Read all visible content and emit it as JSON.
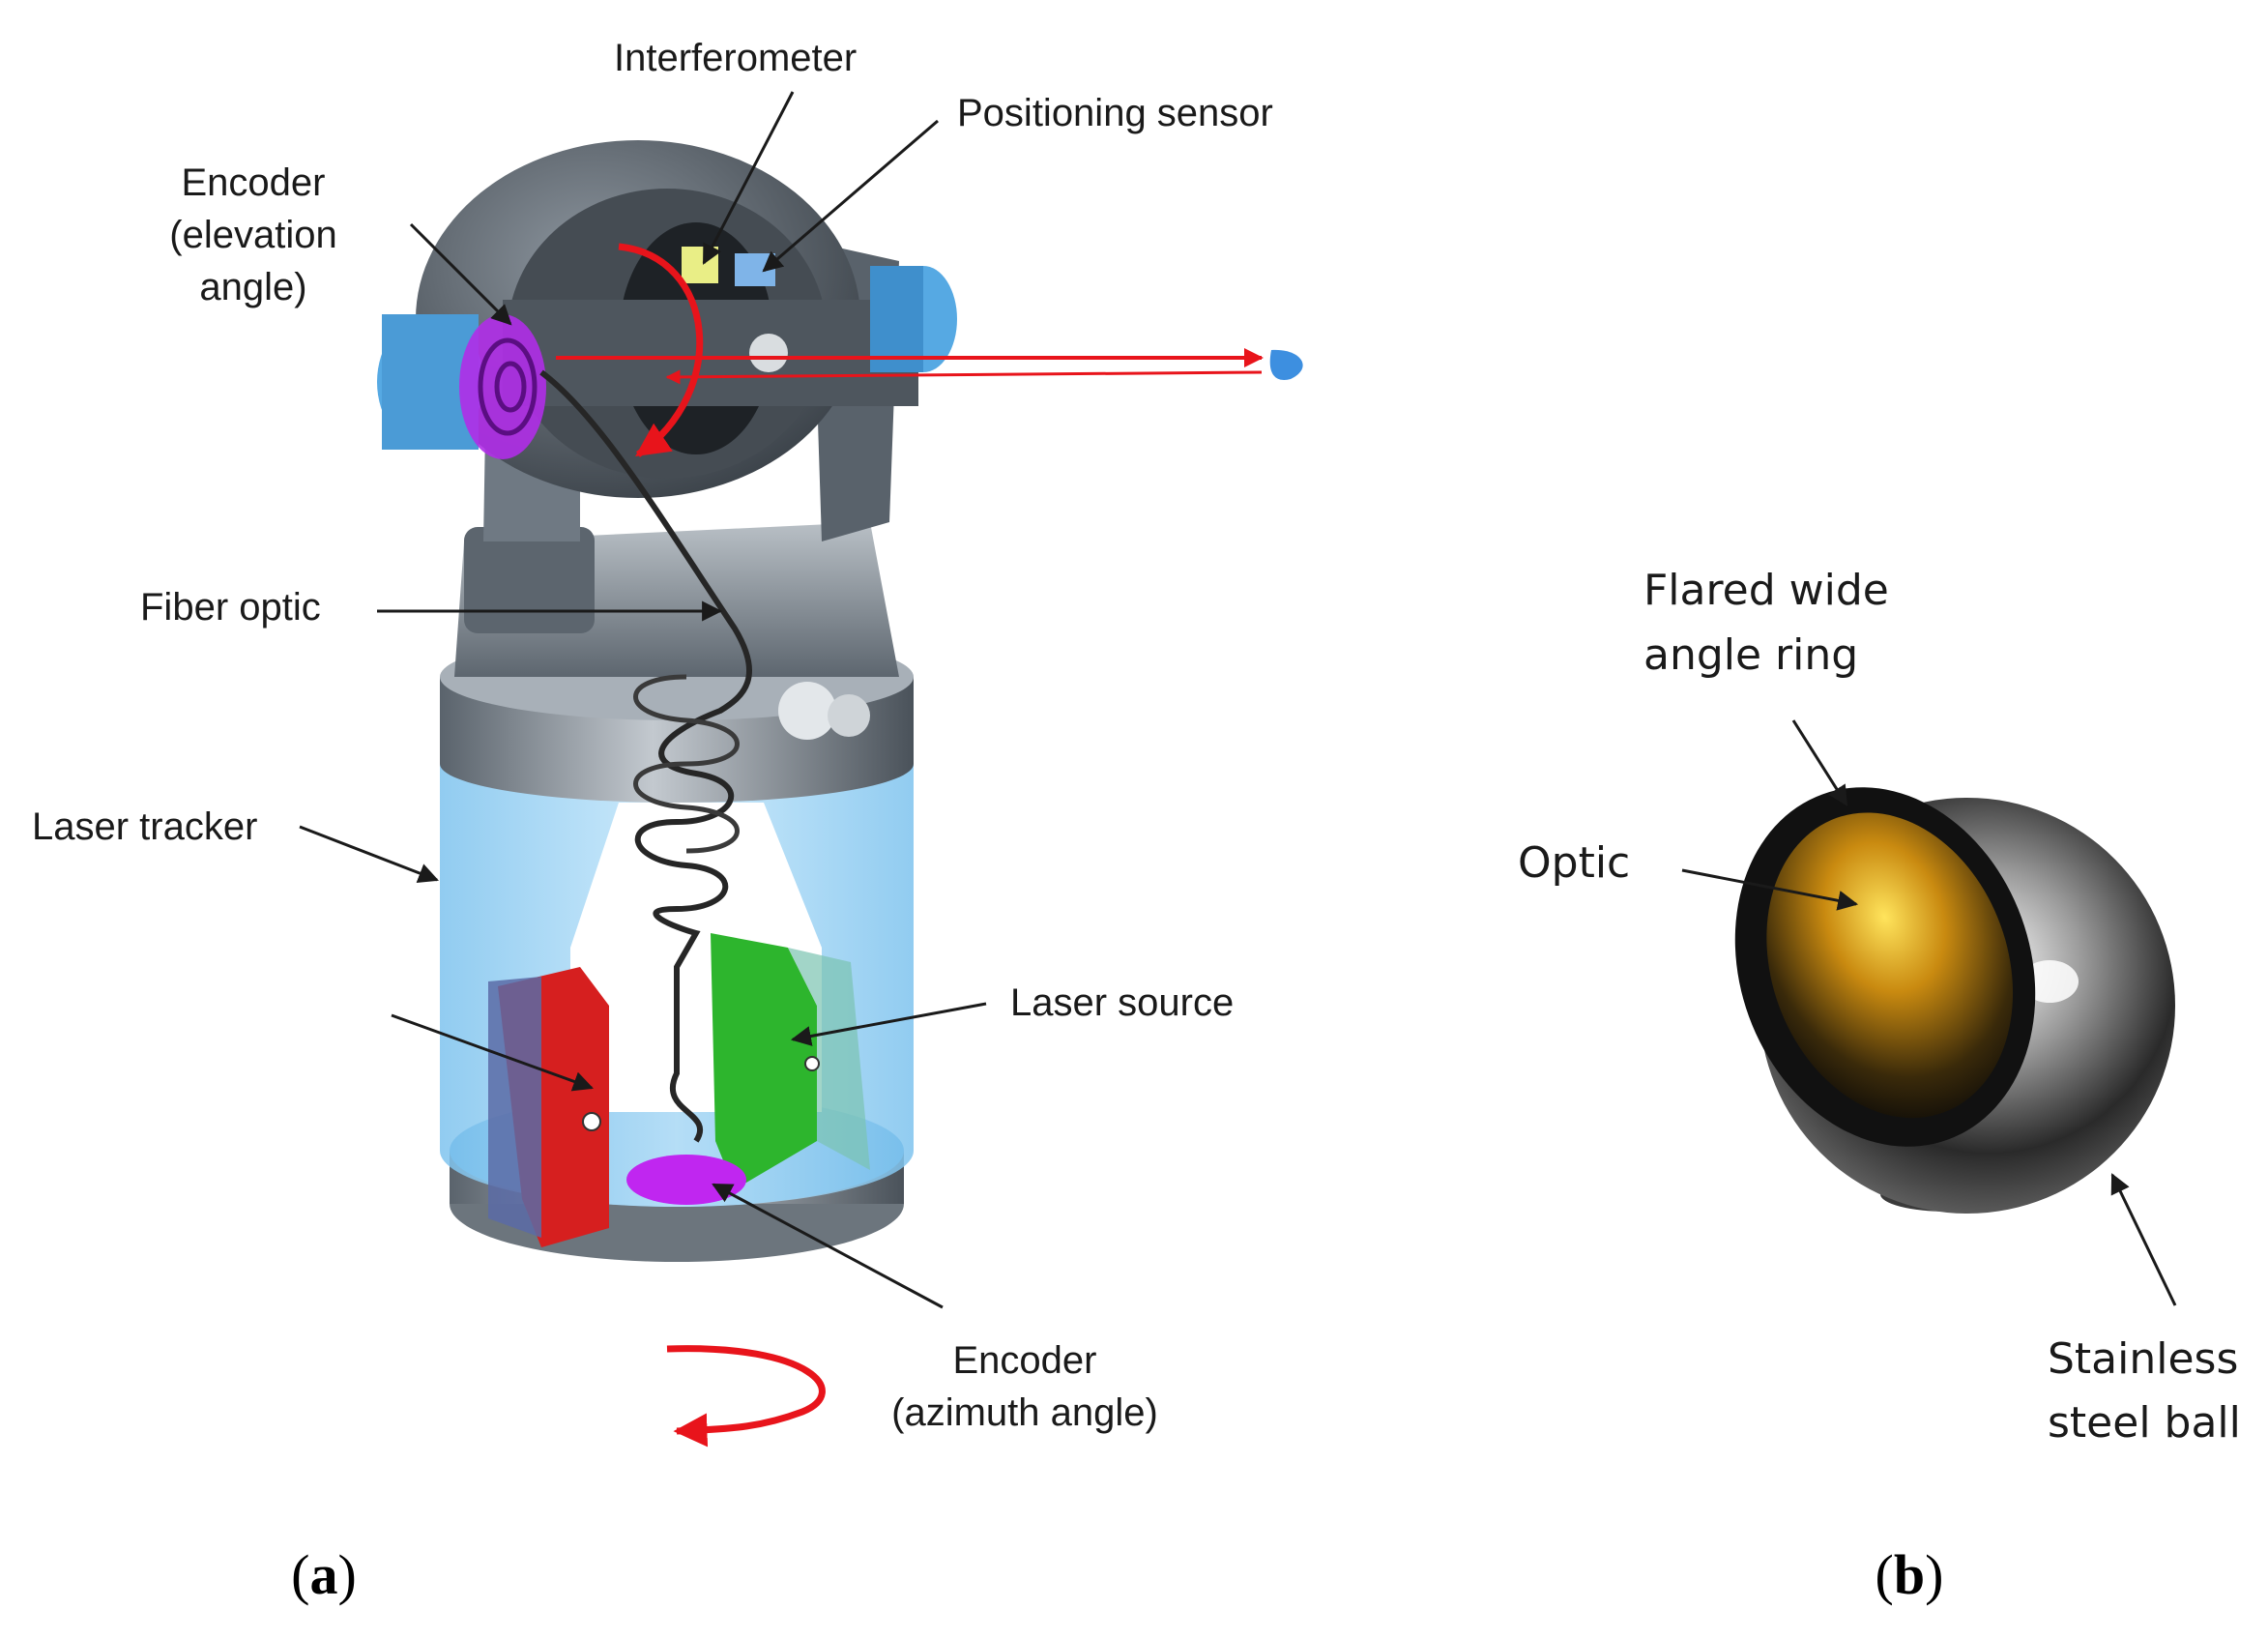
{
  "panel_a": {
    "caption_open": "(",
    "caption_letter": "a",
    "caption_close": ")",
    "labels": {
      "interferometer": "Interferometer",
      "positioning_sensor": "Positioning sensor",
      "encoder_elevation_line1": "Encoder",
      "encoder_elevation_line2": "(elevation",
      "encoder_elevation_line3": "angle)",
      "fiber_optic": "Fiber optic",
      "laser_tracker": "Laser tracker",
      "laser_source": "Laser source",
      "encoder_azimuth_line1": "Encoder",
      "encoder_azimuth_line2": "(azimuth angle)"
    }
  },
  "panel_b": {
    "caption_open": "(",
    "caption_letter": "b",
    "caption_close": ")",
    "labels": {
      "flared_line1": "Flared wide",
      "flared_line2": "angle ring",
      "optic": "Optic",
      "steel_line1": "Stainless",
      "steel_line2": "steel ball"
    }
  },
  "colors": {
    "laser_beam": "#e8141b",
    "body_grey": "#7d8791",
    "body_blue": "#9fd3f5",
    "encoder_purple": "#b02ee8",
    "laser_source_green": "#2db52d",
    "red_block": "#d61f1f",
    "optic_gold": "#f2c21a"
  }
}
